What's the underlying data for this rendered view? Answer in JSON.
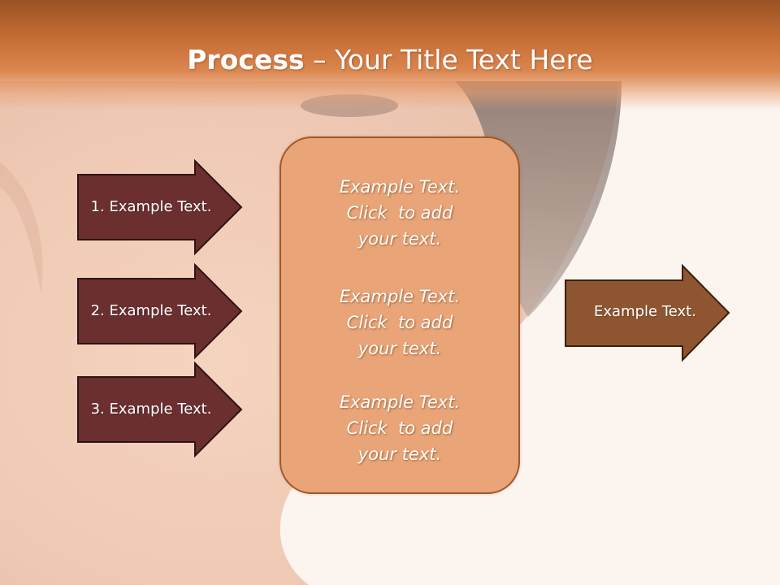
{
  "title": {
    "bold": "Process",
    "rest": " – Your Title Text Here"
  },
  "left_arrows": [
    {
      "label": "1. Example Text."
    },
    {
      "label": "2. Example Text."
    },
    {
      "label": "3. Example Text."
    }
  ],
  "center_box": {
    "blocks": [
      {
        "line1": "Example Text.",
        "line2": "Click  to add",
        "line3": "your text."
      },
      {
        "line1": "Example Text.",
        "line2": "Click  to add",
        "line3": "your text."
      },
      {
        "line1": "Example Text.",
        "line2": "Click  to add",
        "line3": "your text."
      }
    ]
  },
  "right_arrow": {
    "label": "Example Text."
  },
  "colors": {
    "title_band": "#c56d35",
    "left_arrow_fill": "#6b2f30",
    "right_arrow_fill": "#8f5530",
    "center_box_fill": "#e9a577"
  }
}
